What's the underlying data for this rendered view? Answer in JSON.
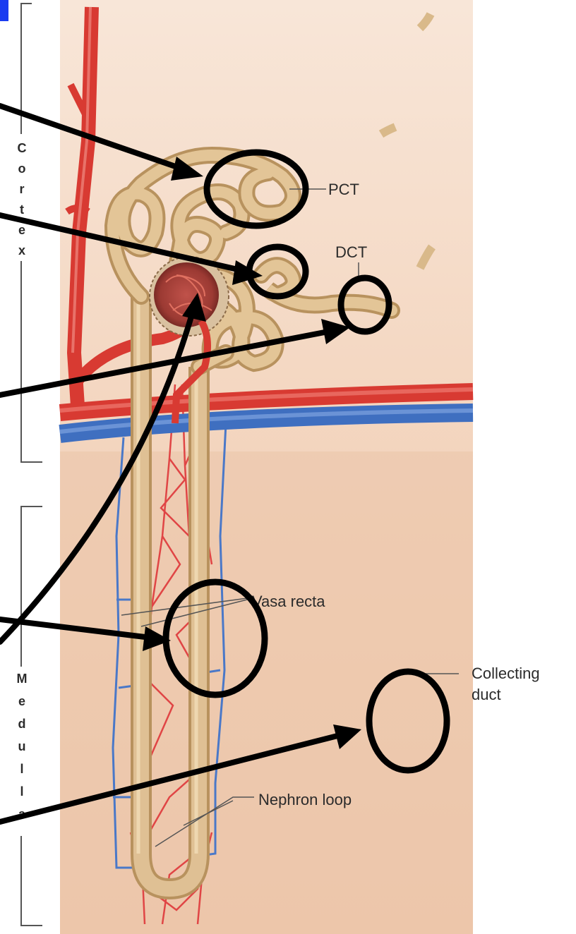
{
  "labels": {
    "pct": "PCT",
    "dct": "DCT",
    "vasa_recta": "Vasa recta",
    "collecting_duct_line1": "Collecting",
    "collecting_duct_line2": "duct",
    "nephron_loop": "Nephron loop"
  },
  "regions": {
    "cortex": [
      "C",
      "o",
      "r",
      "t",
      "e",
      "x"
    ],
    "medulla": [
      "M",
      "e",
      "d",
      "u",
      "l",
      "l",
      "a"
    ]
  },
  "colors": {
    "background": "#f7e3d5",
    "tubule": "#d9b98a",
    "tubule_edge": "#b8925e",
    "artery": "#d83a32",
    "vein": "#3f6fc0",
    "capillary": "#e04a4a",
    "annotation": "#000000",
    "corner_mark": "#1a3cf0"
  }
}
